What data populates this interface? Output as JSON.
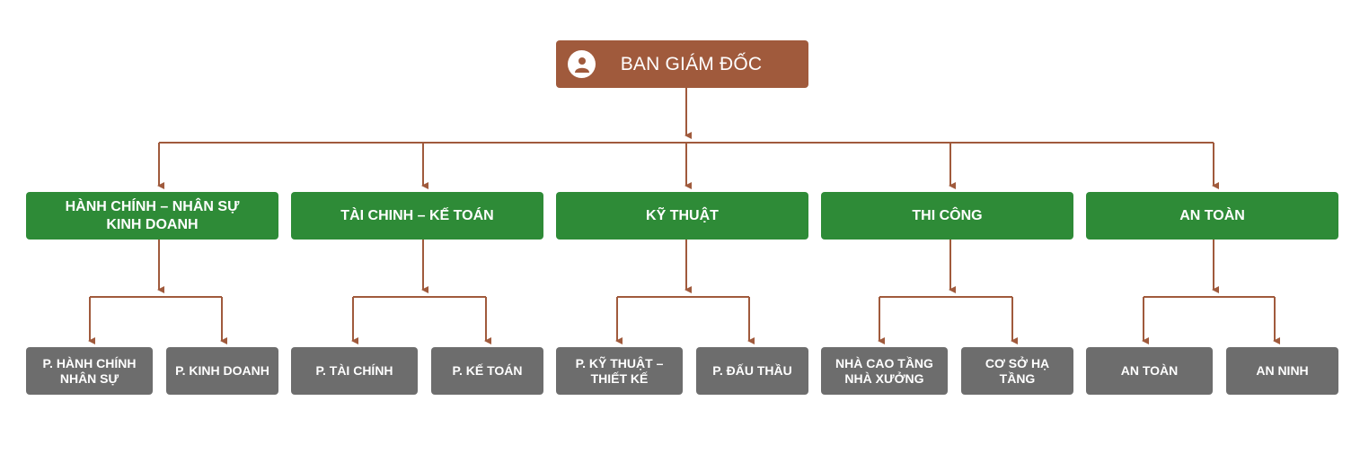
{
  "colors": {
    "root": "#a05a3c",
    "department": "#2e8b37",
    "unit": "#6d6d6d",
    "connector": "#a05a3c"
  },
  "root": {
    "label": "BAN GIÁM ĐỐC",
    "icon": "user-icon"
  },
  "departments": [
    {
      "label": "HÀNH CHÍNH – NHÂN SỰ\nKINH DOANH",
      "units": [
        "P. HÀNH CHÍNH\nNHÂN SỰ",
        "P. KINH DOANH"
      ]
    },
    {
      "label": "TÀI CHINH – KẾ TOÁN",
      "units": [
        "P. TÀI CHÍNH",
        "P. KẾ TOÁN"
      ]
    },
    {
      "label": "KỸ THUẬT",
      "units": [
        "P. KỸ THUẬT –\nTHIẾT KẾ",
        "P. ĐẤU THẦU"
      ]
    },
    {
      "label": "THI CÔNG",
      "units": [
        "NHÀ CAO TẦNG\nNHÀ XƯỞNG",
        "CƠ SỞ HẠ TẦNG"
      ]
    },
    {
      "label": "AN TOÀN",
      "units": [
        "AN TOÀN",
        "AN NINH"
      ]
    }
  ]
}
